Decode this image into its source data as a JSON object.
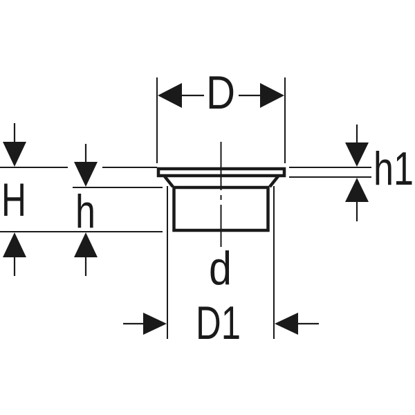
{
  "diagram": {
    "kind": "technical-dimension-drawing",
    "colors": {
      "line": "#1a1a1a",
      "background": "#ffffff"
    },
    "dimensions": {
      "D": {
        "label": "D"
      },
      "h1": {
        "label": "h1"
      },
      "H": {
        "label": "H"
      },
      "h": {
        "label": "h"
      },
      "d": {
        "label": "d"
      },
      "D1": {
        "label": "D1"
      }
    }
  }
}
